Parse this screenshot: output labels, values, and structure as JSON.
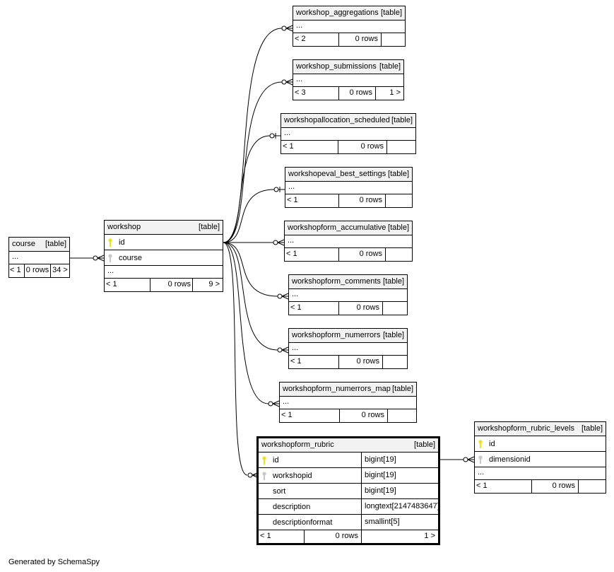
{
  "footer_credit": "Generated by SchemaSpy",
  "tables": {
    "course": {
      "name": "course",
      "tag": "[table]",
      "ellipsis": "...",
      "parents": "< 1",
      "rows": "0 rows",
      "children": "34 >"
    },
    "workshop": {
      "name": "workshop",
      "tag": "[table]",
      "columns": [
        {
          "name": "id",
          "key": "primary"
        },
        {
          "name": "course",
          "key": "foreign"
        }
      ],
      "ellipsis": "...",
      "parents": "< 1",
      "rows": "0 rows",
      "children": "9 >"
    },
    "workshop_aggregations": {
      "name": "workshop_aggregations",
      "tag": "[table]",
      "ellipsis": "...",
      "parents": "< 2",
      "rows": "0 rows",
      "children": ""
    },
    "workshop_submissions": {
      "name": "workshop_submissions",
      "tag": "[table]",
      "ellipsis": "...",
      "parents": "< 3",
      "rows": "0 rows",
      "children": "1 >"
    },
    "workshopallocation_scheduled": {
      "name": "workshopallocation_scheduled",
      "tag": "[table]",
      "ellipsis": "...",
      "parents": "< 1",
      "rows": "0 rows",
      "children": ""
    },
    "workshopeval_best_settings": {
      "name": "workshopeval_best_settings",
      "tag": "[table]",
      "ellipsis": "...",
      "parents": "< 1",
      "rows": "0 rows",
      "children": ""
    },
    "workshopform_accumulative": {
      "name": "workshopform_accumulative",
      "tag": "[table]",
      "ellipsis": "...",
      "parents": "< 1",
      "rows": "0 rows",
      "children": ""
    },
    "workshopform_comments": {
      "name": "workshopform_comments",
      "tag": "[table]",
      "ellipsis": "...",
      "parents": "< 1",
      "rows": "0 rows",
      "children": ""
    },
    "workshopform_numerrors": {
      "name": "workshopform_numerrors",
      "tag": "[table]",
      "ellipsis": "...",
      "parents": "< 1",
      "rows": "0 rows",
      "children": ""
    },
    "workshopform_numerrors_map": {
      "name": "workshopform_numerrors_map",
      "tag": "[table]",
      "ellipsis": "...",
      "parents": "< 1",
      "rows": "0 rows",
      "children": ""
    },
    "workshopform_rubric": {
      "name": "workshopform_rubric",
      "tag": "[table]",
      "columns": [
        {
          "name": "id",
          "type": "bigint[19]",
          "key": "primary"
        },
        {
          "name": "workshopid",
          "type": "bigint[19]",
          "key": "foreign"
        },
        {
          "name": "sort",
          "type": "bigint[19]",
          "key": ""
        },
        {
          "name": "description",
          "type": "longtext[2147483647]",
          "key": ""
        },
        {
          "name": "descriptionformat",
          "type": "smallint[5]",
          "key": ""
        }
      ],
      "parents": "< 1",
      "rows": "0 rows",
      "children": "1 >"
    },
    "workshopform_rubric_levels": {
      "name": "workshopform_rubric_levels",
      "tag": "[table]",
      "columns": [
        {
          "name": "id",
          "key": "primary"
        },
        {
          "name": "dimensionid",
          "key": "foreign"
        }
      ],
      "ellipsis": "...",
      "parents": "< 1",
      "rows": "0 rows",
      "children": ""
    }
  },
  "colors": {
    "primary_key": "#f0e020",
    "foreign_key": "#c8c8c8",
    "header_bg": "#f2f2f2",
    "line": "#000000"
  }
}
